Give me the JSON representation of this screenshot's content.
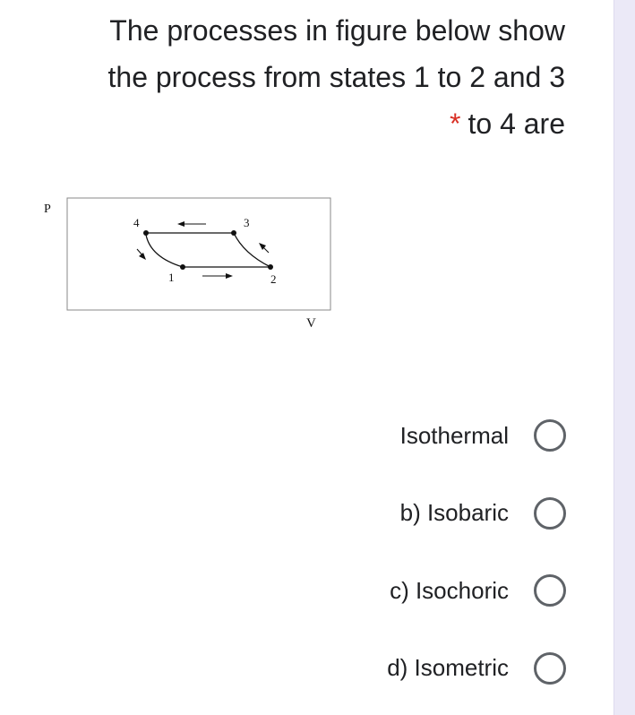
{
  "question": {
    "line1": "The processes in figure below show",
    "line2": "the process from states 1 to 2 and 3",
    "line3": "to 4 are",
    "required_marker": "*"
  },
  "figure": {
    "y_axis_label": "P",
    "x_axis_label": "V",
    "state_labels": {
      "s1": "1",
      "s2": "2",
      "s3": "3",
      "s4": "4"
    }
  },
  "options": [
    {
      "label": "Isothermal",
      "selected": false
    },
    {
      "label": "b) Isobaric",
      "selected": false
    },
    {
      "label": "c) Isochoric",
      "selected": false
    },
    {
      "label": "d) Isometric",
      "selected": false
    }
  ],
  "colors": {
    "text": "#202124",
    "required": "#d93025",
    "radio_border": "#5f6368",
    "side_band": "#ebe9f7"
  }
}
